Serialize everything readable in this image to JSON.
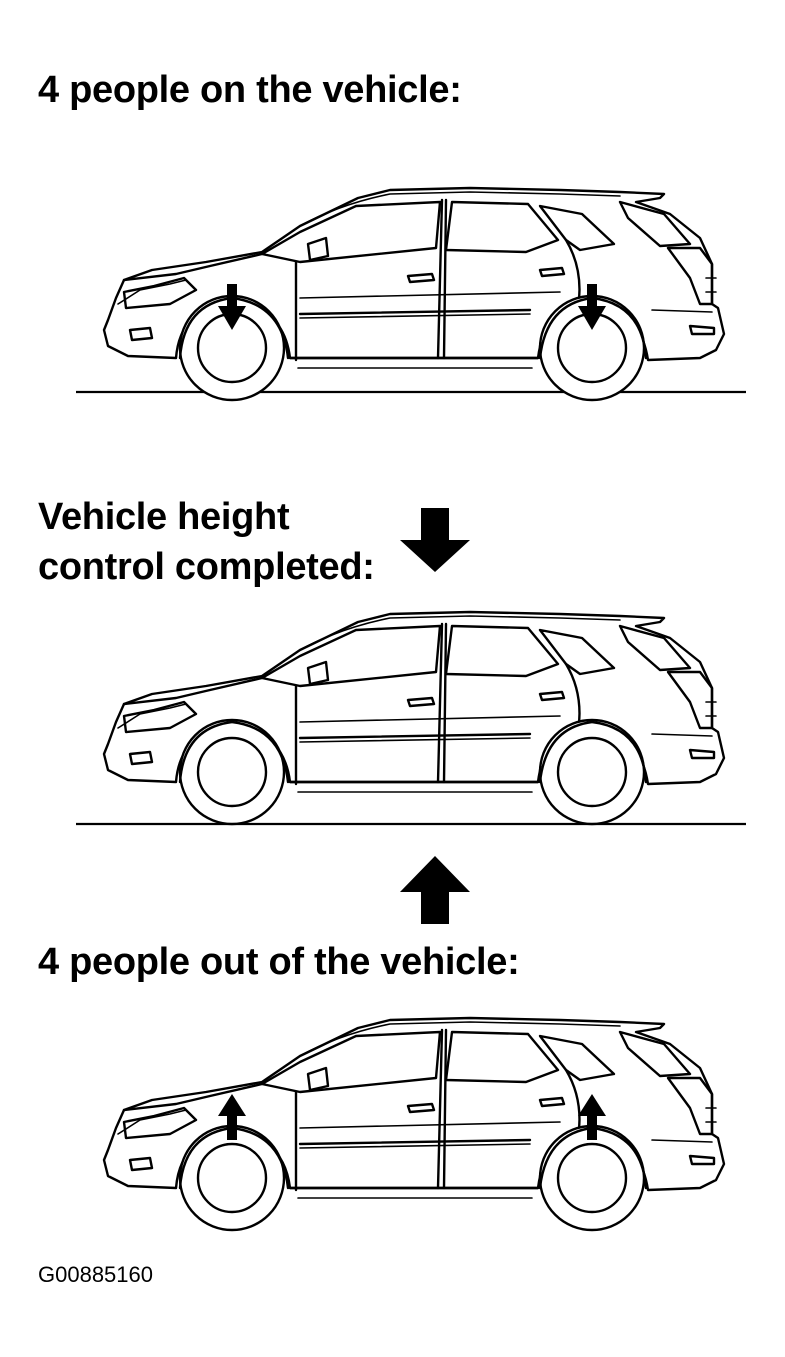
{
  "captions": {
    "people_on": "4 people on the vehicle:",
    "height_control_line1": "Vehicle height",
    "height_control_line2": "control completed:",
    "people_out": "4 people out of the vehicle:"
  },
  "figure_id": "G00885160",
  "colors": {
    "ink": "#000000",
    "background": "#ffffff"
  },
  "icons": {
    "lowering": "arrow-down-icon",
    "raising": "arrow-up-icon"
  }
}
